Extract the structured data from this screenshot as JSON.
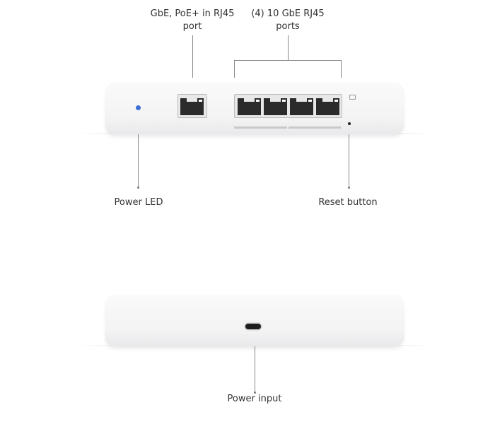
{
  "callouts": {
    "uplink_port": {
      "line1": "GbE, PoE+ in RJ45",
      "line2": "port"
    },
    "lan_ports": {
      "line1": "(4) 10 GbE RJ45",
      "line2": "ports"
    },
    "power_led": "Power LED",
    "reset_button": "Reset button",
    "power_input": "Power input"
  },
  "colors": {
    "led": "#3b6fd6"
  }
}
